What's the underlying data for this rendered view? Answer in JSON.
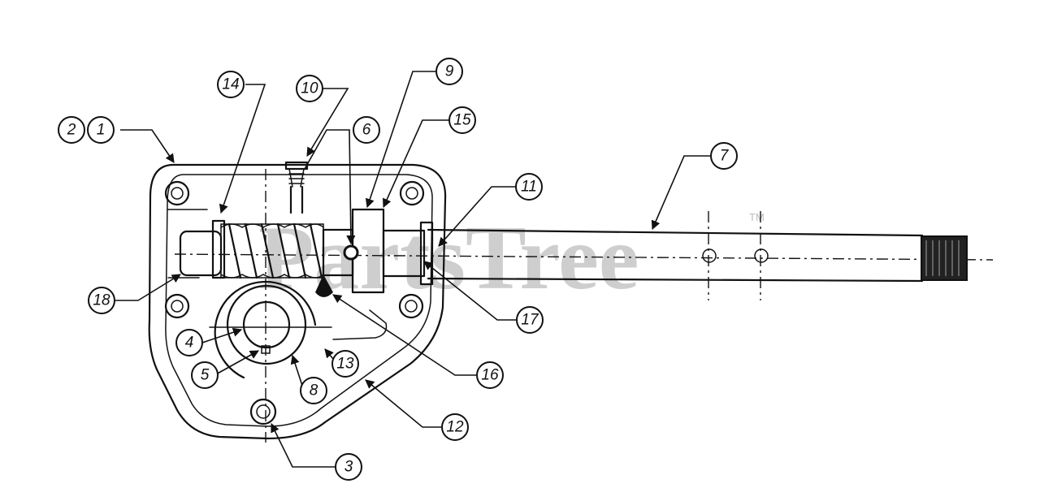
{
  "watermark": {
    "text": "PartsTree",
    "trademark": "TM"
  },
  "callouts": {
    "c1": "1",
    "c2": "2",
    "c3": "3",
    "c4": "4",
    "c5": "5",
    "c6": "6",
    "c7": "7",
    "c8": "8",
    "c9": "9",
    "c10": "10",
    "c11": "11",
    "c12": "12",
    "c13": "13",
    "c14": "14",
    "c15": "15",
    "c16": "16",
    "c17": "17",
    "c18": "18"
  }
}
